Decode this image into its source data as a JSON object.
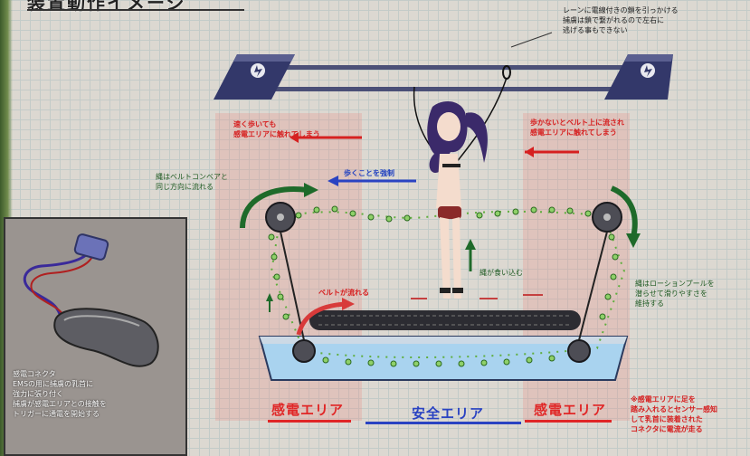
{
  "title": "装置動作イメージ",
  "notes": {
    "rail_note": "レーンに電線付きの鎖を引っかける\n捕虜は鎖で繋がれるので左右に\n逃げる事もできない",
    "left_red": "速く歩いても\n感電エリアに触れてしまう",
    "right_red": "歩かないとベルト上に流され\n感電エリアに触れてしまう",
    "forced_walk": "歩くことを強制",
    "rope_same_dir": "縄はベルトコンベアと\n同じ方向に流れる",
    "rope_bite": "縄が食い込む",
    "belt_flows": "ベルトが流れる",
    "rope_lotion": "縄はローションプールを\n潜らせて滑りやすさを\n維持する",
    "sensor_note": "※感電エリアに足を\n踏み入れるとセンサー感知\nして乳首に装着された\nコネクタに電流が走る"
  },
  "areas": {
    "left": "感電エリア",
    "center": "安全エリア",
    "right": "感電エリア"
  },
  "inset": {
    "text": "感電コネクタ\nEMSの用に捕虜の乳首に\n強力に張り付く\n捕虜が感電エリアとの接触を\nトリガーに通電を開始する"
  },
  "colors": {
    "red": "#e02626",
    "blue": "#2a43c2",
    "rope_green": "#5fae3e",
    "pool_blue": "#a9d3ef",
    "rail_navy": "#2f3466"
  }
}
